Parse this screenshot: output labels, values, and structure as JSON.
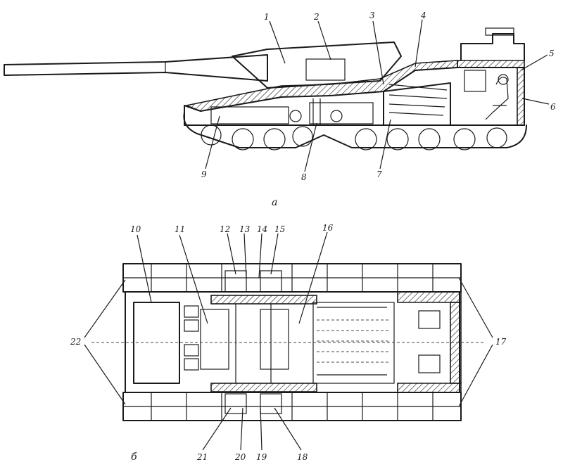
{
  "side_view": {
    "caption": "а",
    "labels": [
      "1",
      "2",
      "3",
      "4",
      "5",
      "6",
      "7",
      "8",
      "9"
    ]
  },
  "top_view": {
    "caption": "б",
    "labels": [
      "10",
      "11",
      "12",
      "13",
      "14",
      "15",
      "16",
      "17",
      "22",
      "21",
      "20",
      "19",
      "18"
    ]
  }
}
